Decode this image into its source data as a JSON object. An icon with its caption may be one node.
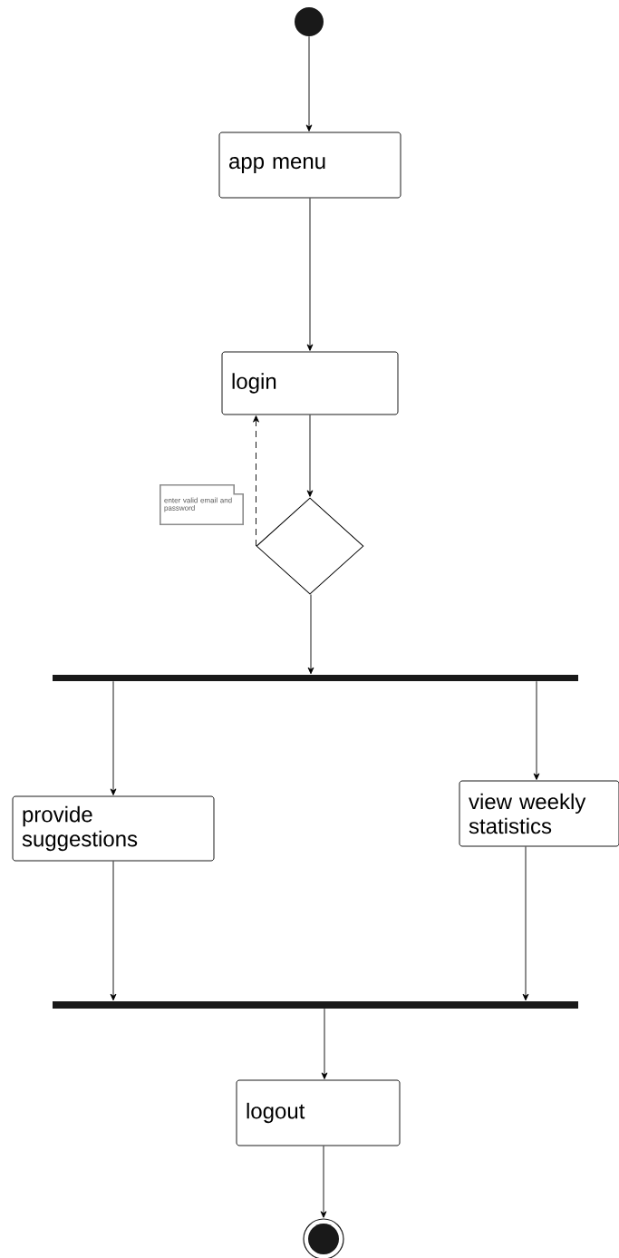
{
  "diagram": {
    "nodes": [
      {
        "text": [],
        "shape": "circle"
      },
      {
        "text": [
          "app menu"
        ]
      },
      {
        "text": [
          "login"
        ]
      },
      {
        "text": [
          "enter valid email and password"
        ]
      },
      {
        "text": [],
        "shape": "diamond"
      },
      {
        "text": [],
        "shape": "bar"
      },
      {
        "text": [
          "provide suggestions"
        ]
      },
      {
        "text": [
          "view weekly statistics"
        ]
      },
      {
        "text": [],
        "shape": "bar"
      },
      {
        "text": [
          "logout"
        ]
      },
      {
        "text": [],
        "shape": "bullseye"
      }
    ],
    "edges": [
      {
        "from": 0,
        "to": 1,
        "arrow": "to"
      },
      {
        "from": 1,
        "to": 2,
        "arrow": "to"
      },
      {
        "from": 2,
        "to": 4,
        "arrow": "to"
      },
      {
        "from": 4,
        "to": 2,
        "arrow": "to",
        "style": "dashed"
      },
      {
        "from": 4,
        "to": 5,
        "arrow": "to"
      },
      {
        "from": 5,
        "to": 6,
        "arrow": "to"
      },
      {
        "from": 5,
        "to": 7,
        "arrow": "to"
      },
      {
        "from": 6,
        "to": 8,
        "arrow": "to"
      },
      {
        "from": 7,
        "to": 8,
        "arrow": "to"
      },
      {
        "from": 8,
        "to": 9,
        "arrow": "to"
      },
      {
        "from": 9,
        "to": 10,
        "arrow": "to"
      }
    ]
  }
}
